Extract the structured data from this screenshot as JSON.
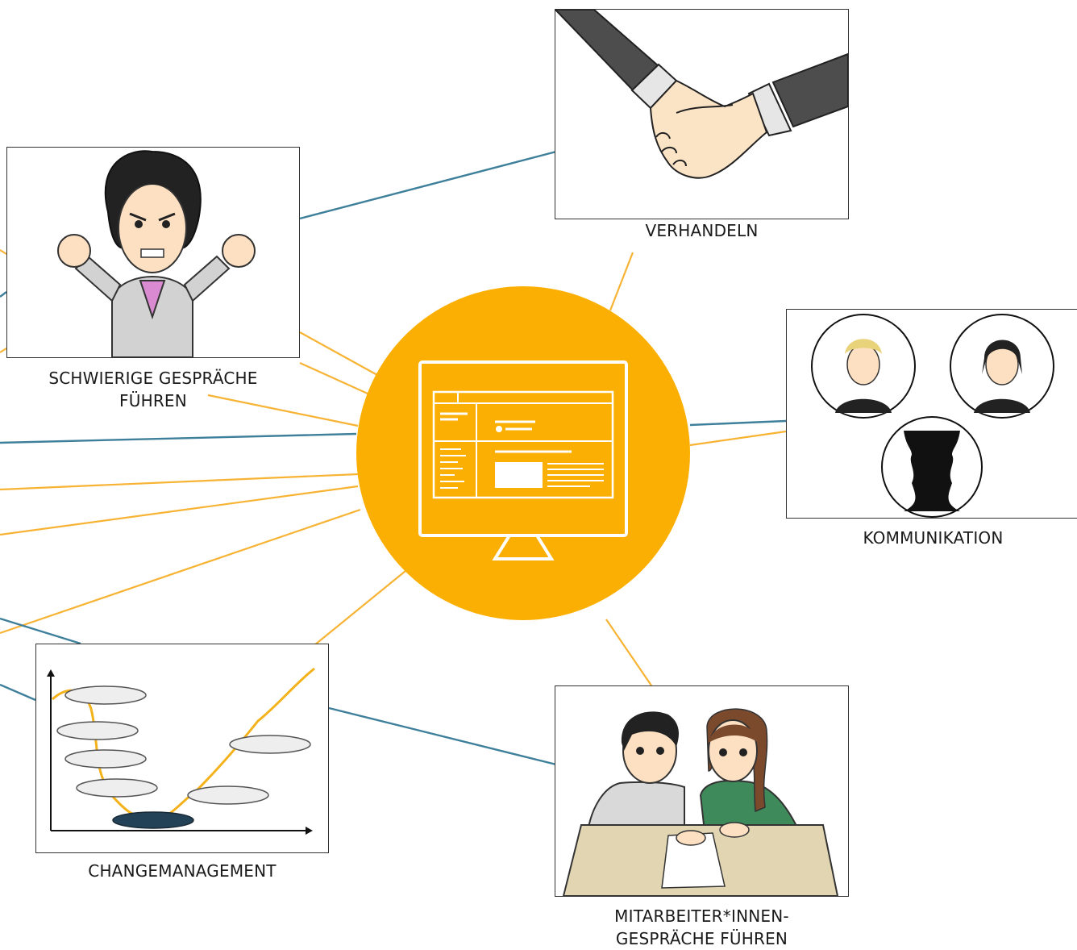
{
  "colors": {
    "hub": "#FBAF02",
    "line_orange": "#F7B333",
    "line_blue": "#3E7F9B",
    "changemanagement_curve": "#F4B21A",
    "changemanagement_low_point": "#234257"
  },
  "hub": {
    "icon": "monitor-webpage-icon"
  },
  "topics": {
    "verhandeln": {
      "label": "VERHANDELN",
      "icon": "handshake-icon"
    },
    "schwierige_gespraeche": {
      "label_line1": "SCHWIERIGE GESPRÄCHE",
      "label_line2": "FÜHREN",
      "icon": "angry-woman-icon"
    },
    "kommunikation": {
      "label": "KOMMUNIKATION",
      "icon": "faces-vase-icon"
    },
    "changemanagement": {
      "label": "CHANGEMANAGEMENT",
      "icon": "change-curve-icon"
    },
    "mitarbeitergespraeche": {
      "label_line1": "MITARBEITER*INNEN-",
      "label_line2": "GESPRÄCHE FÜHREN",
      "icon": "two-people-at-table-icon"
    }
  }
}
